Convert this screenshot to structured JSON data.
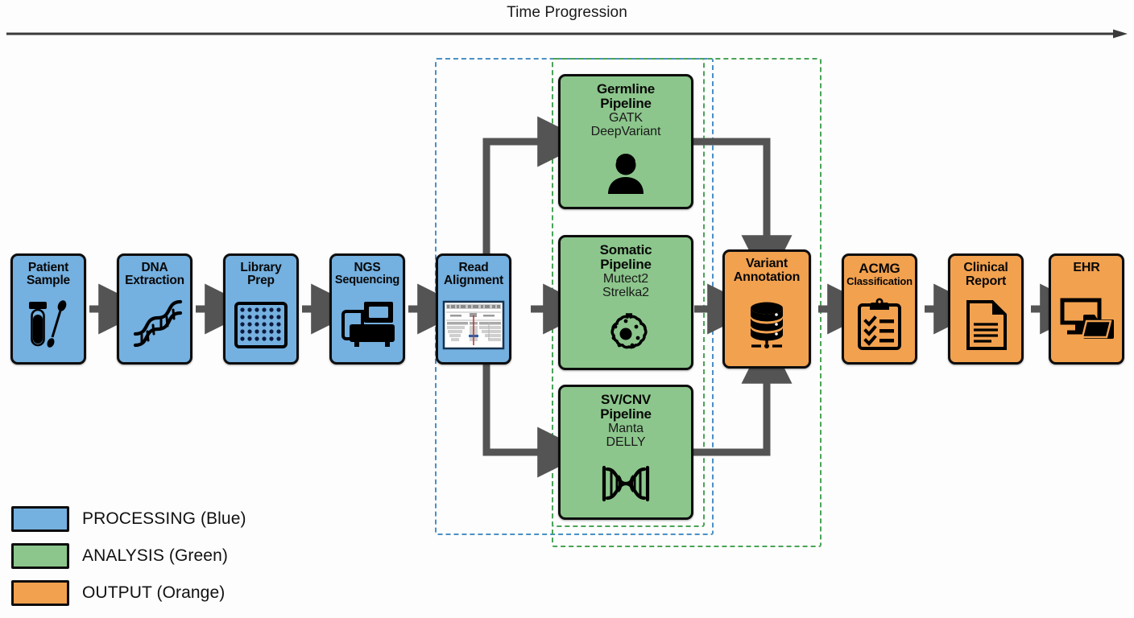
{
  "header": {
    "title": "Time Progression",
    "axis_icon": "right-arrow-axis"
  },
  "colors": {
    "processing": "#74b0e0",
    "analysis": "#8cc68c",
    "output": "#f2a14f",
    "arrow": "#4f4f4f",
    "group_processing_border": "#4a90c4",
    "group_analysis_border": "#4aa356",
    "box_border": "#0d0d0d"
  },
  "nodes": {
    "processing": [
      {
        "id": "patient-sample",
        "line1": "Patient",
        "line2": "Sample",
        "icon": "blood-tube-swab-icon"
      },
      {
        "id": "dna-extraction",
        "line1": "DNA",
        "line2": "Extraction",
        "icon": "dna-helix-icon"
      },
      {
        "id": "library-prep",
        "line1": "Library",
        "line2": "Prep",
        "icon": "microplate-icon"
      },
      {
        "id": "ngs-sequencing",
        "line1": "NGS",
        "line2": "Sequencing",
        "icon": "sequencer-machine-icon"
      },
      {
        "id": "read-alignment",
        "line1": "Read",
        "line2": "Alignment",
        "icon": "genome-browser-icon"
      }
    ],
    "analysis": [
      {
        "id": "germline-pipeline",
        "line1": "Germline",
        "line2": "Pipeline",
        "tools": [
          "GATK",
          "DeepVariant"
        ],
        "icon": "person-icon"
      },
      {
        "id": "somatic-pipeline",
        "line1": "Somatic",
        "line2": "Pipeline",
        "tools": [
          "Mutect2",
          "Strelka2"
        ],
        "icon": "tumor-cell-icon"
      },
      {
        "id": "svcnv-pipeline",
        "line1": "SV/CNV",
        "line2": "Pipeline",
        "tools": [
          "Manta",
          "DELLY"
        ],
        "icon": "dna-rearrangement-icon"
      }
    ],
    "output": [
      {
        "id": "variant-annotation",
        "line1": "Variant",
        "line2": "Annotation",
        "icon": "database-icon"
      },
      {
        "id": "acmg-classification",
        "line1": "ACMG",
        "line2": "Classification",
        "icon": "clipboard-checklist-icon"
      },
      {
        "id": "clinical-report",
        "line1": "Clinical",
        "line2": "Report",
        "icon": "document-icon"
      },
      {
        "id": "ehr",
        "line1": "EHR",
        "line2": "",
        "icon": "monitor-folder-icon"
      }
    ]
  },
  "groups": [
    {
      "id": "processing-group",
      "style": "blue-dashed"
    },
    {
      "id": "analysis-inner-group",
      "style": "green-dashed"
    },
    {
      "id": "analysis-outer-group",
      "style": "green-dashed"
    }
  ],
  "legend": [
    {
      "id": "legend-processing",
      "label": "PROCESSING (Blue)",
      "swatch": "#74b0e0"
    },
    {
      "id": "legend-analysis",
      "label": "ANALYSIS (Green)",
      "swatch": "#8cc68c"
    },
    {
      "id": "legend-output",
      "label": "OUTPUT (Orange)",
      "swatch": "#f2a14f"
    }
  ]
}
